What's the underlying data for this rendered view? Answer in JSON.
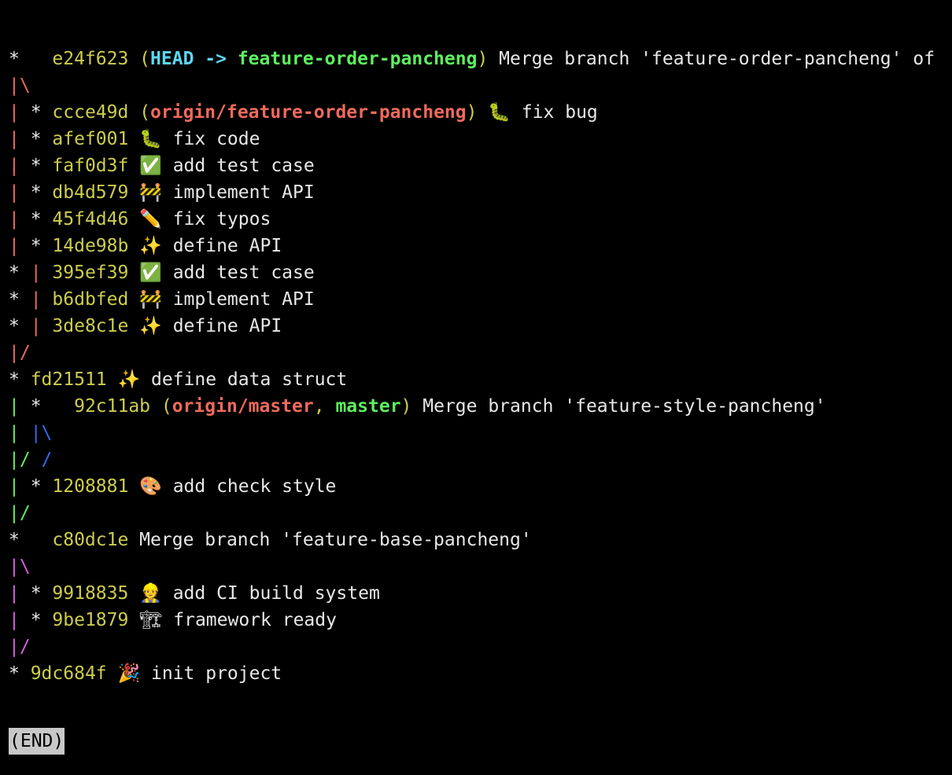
{
  "window": {
    "background": "#000000",
    "foreground": "#e8e8e8"
  },
  "colors": {
    "text": "#e8e8e8",
    "hash": "#cdcd4e",
    "ref_paren": "#cdcd4e",
    "head": "#5ed6f0",
    "local_branch": "#5ef05e",
    "remote_branch": "#ee6a5c",
    "graph_red": "#ee6a5c",
    "graph_green": "#5ef05e",
    "graph_blue": "#2f6cf0",
    "graph_magenta": "#d65ee0"
  },
  "log_lines": [
    {
      "parts": [
        {
          "text": "*   ",
          "color": "text"
        },
        {
          "text": "e24f623",
          "color": "hash"
        },
        {
          "text": " (",
          "color": "ref_paren"
        },
        {
          "text": "HEAD -> ",
          "color": "head",
          "bold": true
        },
        {
          "text": "feature-order-pancheng",
          "color": "local_branch",
          "bold": true
        },
        {
          "text": ")",
          "color": "ref_paren"
        },
        {
          "text": " Merge branch 'feature-order-pancheng' of",
          "color": "text"
        }
      ]
    },
    {
      "parts": [
        {
          "text": "|\\",
          "color": "graph_red"
        }
      ]
    },
    {
      "parts": [
        {
          "text": "| ",
          "color": "graph_red"
        },
        {
          "text": "* ",
          "color": "text"
        },
        {
          "text": "ccce49d",
          "color": "hash"
        },
        {
          "text": " (",
          "color": "ref_paren"
        },
        {
          "text": "origin/feature-order-pancheng",
          "color": "remote_branch",
          "bold": true
        },
        {
          "text": ")",
          "color": "ref_paren"
        },
        {
          "text": " ",
          "color": "text"
        },
        {
          "emoji": "bug-emoji",
          "glyph": "🐛"
        },
        {
          "text": " fix bug",
          "color": "text"
        }
      ]
    },
    {
      "parts": [
        {
          "text": "| ",
          "color": "graph_red"
        },
        {
          "text": "* ",
          "color": "text"
        },
        {
          "text": "afef001",
          "color": "hash"
        },
        {
          "text": " ",
          "color": "text"
        },
        {
          "emoji": "bug-emoji",
          "glyph": "🐛"
        },
        {
          "text": " fix code",
          "color": "text"
        }
      ]
    },
    {
      "parts": [
        {
          "text": "| ",
          "color": "graph_red"
        },
        {
          "text": "* ",
          "color": "text"
        },
        {
          "text": "faf0d3f",
          "color": "hash"
        },
        {
          "text": " ",
          "color": "text"
        },
        {
          "emoji": "check-mark-emoji",
          "glyph": "✅"
        },
        {
          "text": " add test case",
          "color": "text"
        }
      ]
    },
    {
      "parts": [
        {
          "text": "| ",
          "color": "graph_red"
        },
        {
          "text": "* ",
          "color": "text"
        },
        {
          "text": "db4d579",
          "color": "hash"
        },
        {
          "text": " ",
          "color": "text"
        },
        {
          "emoji": "construction-emoji",
          "glyph": "🚧"
        },
        {
          "text": " implement API",
          "color": "text"
        }
      ]
    },
    {
      "parts": [
        {
          "text": "| ",
          "color": "graph_red"
        },
        {
          "text": "* ",
          "color": "text"
        },
        {
          "text": "45f4d46",
          "color": "hash"
        },
        {
          "text": " ",
          "color": "text"
        },
        {
          "emoji": "pencil-emoji",
          "glyph": "✏️"
        },
        {
          "text": " fix typos",
          "color": "text"
        }
      ]
    },
    {
      "parts": [
        {
          "text": "| ",
          "color": "graph_red"
        },
        {
          "text": "* ",
          "color": "text"
        },
        {
          "text": "14de98b",
          "color": "hash"
        },
        {
          "text": " ",
          "color": "text"
        },
        {
          "emoji": "sparkles-emoji",
          "glyph": "✨"
        },
        {
          "text": " define API",
          "color": "text"
        }
      ]
    },
    {
      "parts": [
        {
          "text": "* ",
          "color": "text"
        },
        {
          "text": "| ",
          "color": "graph_red"
        },
        {
          "text": "395ef39",
          "color": "hash"
        },
        {
          "text": " ",
          "color": "text"
        },
        {
          "emoji": "check-mark-emoji",
          "glyph": "✅"
        },
        {
          "text": " add test case",
          "color": "text"
        }
      ]
    },
    {
      "parts": [
        {
          "text": "* ",
          "color": "text"
        },
        {
          "text": "| ",
          "color": "graph_red"
        },
        {
          "text": "b6dbfed",
          "color": "hash"
        },
        {
          "text": " ",
          "color": "text"
        },
        {
          "emoji": "construction-emoji",
          "glyph": "🚧"
        },
        {
          "text": " implement API",
          "color": "text"
        }
      ]
    },
    {
      "parts": [
        {
          "text": "* ",
          "color": "text"
        },
        {
          "text": "| ",
          "color": "graph_red"
        },
        {
          "text": "3de8c1e",
          "color": "hash"
        },
        {
          "text": " ",
          "color": "text"
        },
        {
          "emoji": "sparkles-emoji",
          "glyph": "✨"
        },
        {
          "text": " define API",
          "color": "text"
        }
      ]
    },
    {
      "parts": [
        {
          "text": "|/",
          "color": "graph_red"
        }
      ]
    },
    {
      "parts": [
        {
          "text": "* ",
          "color": "text"
        },
        {
          "text": "fd21511",
          "color": "hash"
        },
        {
          "text": " ",
          "color": "text"
        },
        {
          "emoji": "sparkles-emoji",
          "glyph": "✨"
        },
        {
          "text": " define data struct",
          "color": "text"
        }
      ]
    },
    {
      "parts": [
        {
          "text": "| ",
          "color": "graph_green"
        },
        {
          "text": "*   ",
          "color": "text"
        },
        {
          "text": "92c11ab",
          "color": "hash"
        },
        {
          "text": " (",
          "color": "ref_paren"
        },
        {
          "text": "origin/master",
          "color": "remote_branch",
          "bold": true
        },
        {
          "text": ", ",
          "color": "ref_paren"
        },
        {
          "text": "master",
          "color": "local_branch",
          "bold": true
        },
        {
          "text": ")",
          "color": "ref_paren"
        },
        {
          "text": " Merge branch 'feature-style-pancheng'",
          "color": "text"
        }
      ]
    },
    {
      "parts": [
        {
          "text": "| ",
          "color": "graph_green"
        },
        {
          "text": "|\\",
          "color": "graph_blue"
        }
      ]
    },
    {
      "parts": [
        {
          "text": "|/ ",
          "color": "graph_green"
        },
        {
          "text": "/",
          "color": "graph_blue"
        }
      ]
    },
    {
      "parts": [
        {
          "text": "| ",
          "color": "graph_green"
        },
        {
          "text": "* ",
          "color": "text"
        },
        {
          "text": "1208881",
          "color": "hash"
        },
        {
          "text": " ",
          "color": "text"
        },
        {
          "emoji": "palette-emoji",
          "glyph": "🎨"
        },
        {
          "text": " add check style",
          "color": "text"
        }
      ]
    },
    {
      "parts": [
        {
          "text": "|/",
          "color": "graph_green"
        }
      ]
    },
    {
      "parts": [
        {
          "text": "*   ",
          "color": "text"
        },
        {
          "text": "c80dc1e",
          "color": "hash"
        },
        {
          "text": " Merge branch 'feature-base-pancheng'",
          "color": "text"
        }
      ]
    },
    {
      "parts": [
        {
          "text": "|\\",
          "color": "graph_magenta"
        }
      ]
    },
    {
      "parts": [
        {
          "text": "| ",
          "color": "graph_magenta"
        },
        {
          "text": "* ",
          "color": "text"
        },
        {
          "text": "9918835",
          "color": "hash"
        },
        {
          "text": " ",
          "color": "text"
        },
        {
          "emoji": "construction-worker-emoji",
          "glyph": "👷"
        },
        {
          "text": " add CI build system",
          "color": "text"
        }
      ]
    },
    {
      "parts": [
        {
          "text": "| ",
          "color": "graph_magenta"
        },
        {
          "text": "* ",
          "color": "text"
        },
        {
          "text": "9be1879",
          "color": "hash"
        },
        {
          "text": " ",
          "color": "text"
        },
        {
          "emoji": "building-construction-emoji",
          "glyph": "🏗"
        },
        {
          "text": " framework ready",
          "color": "text"
        }
      ]
    },
    {
      "parts": [
        {
          "text": "|/",
          "color": "graph_magenta"
        }
      ]
    },
    {
      "parts": [
        {
          "text": "* ",
          "color": "text"
        },
        {
          "text": "9dc684f",
          "color": "hash"
        },
        {
          "text": " ",
          "color": "text"
        },
        {
          "emoji": "party-popper-emoji",
          "glyph": "🎉"
        },
        {
          "text": " init project",
          "color": "text"
        }
      ]
    }
  ],
  "pager": {
    "end_label": "(END)"
  }
}
